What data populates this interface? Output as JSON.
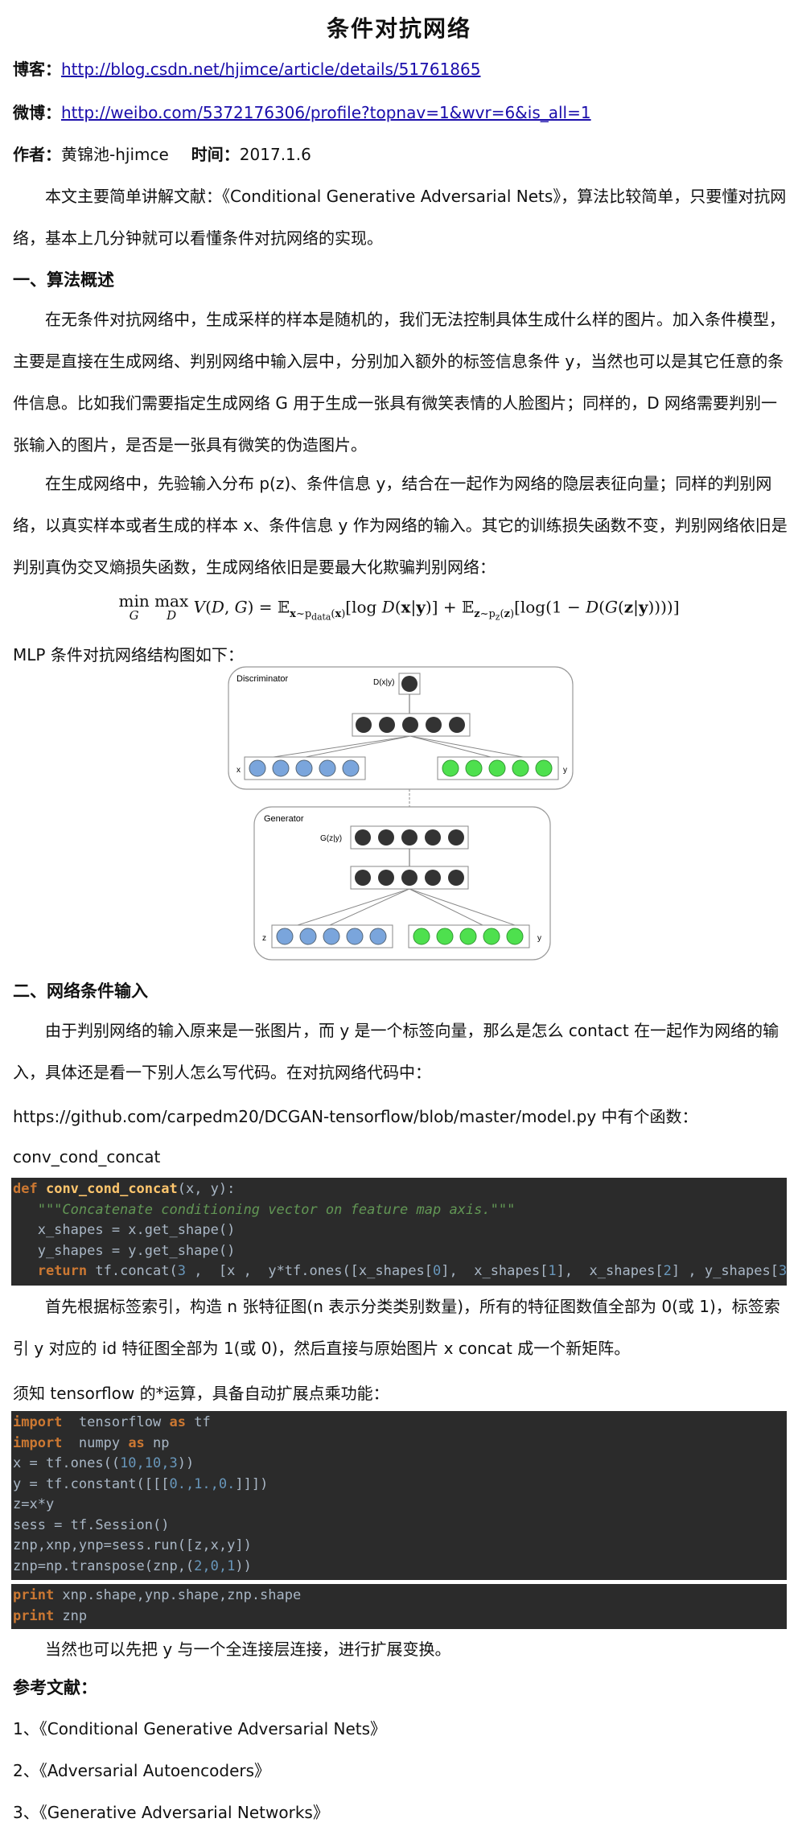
{
  "title": "条件对抗网络",
  "meta": {
    "blog_label": "博客：",
    "blog_url": "http://blog.csdn.net/hjimce/article/details/51761865",
    "weibo_label": "微博：",
    "weibo_url": "http://weibo.com/5372176306/profile?topnav=1&wvr=6&is_all=1",
    "author_label": "作者：",
    "author": "黄锦池-hjimce",
    "time_label": "时间：",
    "time": "2017.1.6"
  },
  "intro": "本文主要简单讲解文献：《Conditional Generative Adversarial Nets》，算法比较简单，只要懂对抗网络，基本上几分钟就可以看懂条件对抗网络的实现。",
  "section1": {
    "heading": "一、算法概述",
    "p1": "在无条件对抗网络中，生成采样的样本是随机的，我们无法控制具体生成什么样的图片。加入条件模型，主要是直接在生成网络、判别网络中输入层中，分别加入额外的标签信息条件 y，当然也可以是其它任意的条件信息。比如我们需要指定生成网络 G 用于生成一张具有微笑表情的人脸图片；同样的，D 网络需要判别一张输入的图片，是否是一张具有微笑的伪造图片。",
    "p2": "在生成网络中，先验输入分布 p(z)、条件信息 y，结合在一起作为网络的隐层表征向量；同样的判别网络，以真实样本或者生成的样本 x、条件信息 y 作为网络的输入。其它的训练损失函数不变，判别网络依旧是判别真伪交叉熵损失函数，生成网络依旧是要最大化欺骗判别网络：",
    "mlp_caption": "MLP 条件对抗网络结构图如下："
  },
  "diagram": {
    "discriminator_label": "Discriminator",
    "d_output_label": "D(x|y)",
    "x_label": "x",
    "y_label_top": "y",
    "generator_label": "Generator",
    "g_output_label": "G(z|y)",
    "z_label": "z",
    "y_label_bottom": "y",
    "colors": {
      "dark_node": "#333333",
      "blue_node": "#7aa5dc",
      "green_node": "#4ee04e"
    }
  },
  "section2": {
    "heading": "二、网络条件输入",
    "p1": "由于判别网络的输入原来是一张图片，而 y 是一个标签向量，那么是怎么 contact 在一起作为网络的输入，具体还是看一下别人怎么写代码。在对抗网络代码中：",
    "url_line": "https://github.com/carpedm20/DCGAN-tensorflow/blob/master/model.py 中有个函数：",
    "fn_name": "conv_cond_concat",
    "p2": "首先根据标签索引，构造 n 张特征图(n 表示分类类别数量)，所有的特征图数值全部为 0(或 1)，标签索引 y 对应的 id 特征图全部为 1(或 0)，然后直接与原始图片 x concat 成一个新矩阵。",
    "p3": "须知 tensorflow 的*运算，具备自动扩展点乘功能：",
    "p4": "当然也可以先把 y 与一个全连接层连接，进行扩展变换。"
  },
  "references": {
    "heading": "参考文献：",
    "items": [
      "1、《Conditional Generative Adversarial Nets》",
      "2、《Adversarial Autoencoders》",
      "3、《Generative Adversarial Networks》"
    ]
  },
  "code": {
    "block1": {
      "kw_def": "def",
      "fn": "conv_cond_concat",
      "sig": "(x, y):",
      "docstring": "   \"\"\"Concatenate conditioning vector on feature map axis.\"\"\"",
      "line3": "   x_shapes = x.get_shape()",
      "line4": "   y_shapes = y.get_shape()",
      "kw_return": "return",
      "line5_a": " tf.concat(",
      "num_3": "3",
      "line5_b": " ,  [x ,  y*tf.ones([x_shapes[",
      "n0": "0",
      "line5_c": "],  x_shapes[",
      "n1": "1",
      "line5_d": "],  x_shapes[",
      "n2": "2",
      "line5_e": "] , y_shapes[",
      "n3": "3",
      "line5_f": "]])])"
    },
    "block2": {
      "kw_import": "import",
      "l1": "  tensorflow ",
      "kw_as": "as",
      "l1b": " tf",
      "l2": "  numpy ",
      "l2b": " np",
      "l3a": "x = tf.ones((",
      "l3n": "10,10,3",
      "l3b": "))",
      "l4a": "y = tf.constant([[[",
      "l4n": "0.,1.,0.",
      "l4b": "]]])",
      "l5": "z=x*y",
      "l6": "sess = tf.Session()",
      "l7": "znp,xnp,ynp=sess.run([z,x,y])",
      "l8a": "znp=np.transpose(znp,(",
      "l8n": "2,0,1",
      "l8b": "))"
    },
    "block3": {
      "kw_print": "print",
      "l1": " xnp.shape,ynp.shape,znp.shape",
      "l2": " znp"
    }
  }
}
